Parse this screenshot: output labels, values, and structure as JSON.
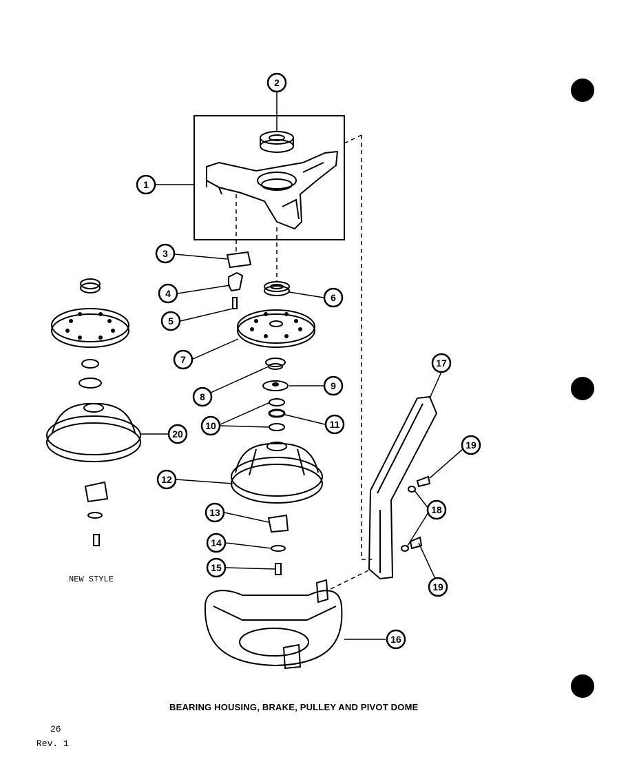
{
  "diagram": {
    "title": "BEARING HOUSING, BRAKE, PULLEY AND PIVOT DOME",
    "variant_label": "NEW STYLE",
    "page_number": "26",
    "revision": "Rev. 1",
    "callouts": [
      "1",
      "2",
      "3",
      "4",
      "5",
      "6",
      "7",
      "8",
      "9",
      "10",
      "11",
      "12",
      "13",
      "14",
      "15",
      "16",
      "17",
      "18",
      "19",
      "19",
      "20"
    ]
  }
}
